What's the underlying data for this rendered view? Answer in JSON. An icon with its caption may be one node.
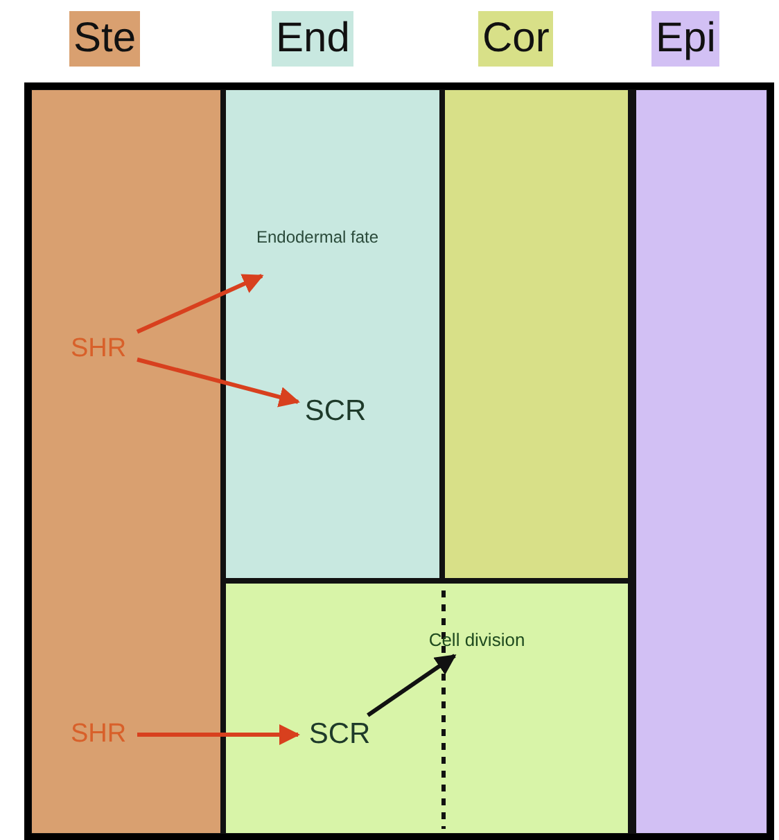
{
  "diagram": {
    "nodes": [
      {
        "text": [],
        "shape": "box"
      },
      {
        "text": [],
        "shape": "box"
      },
      {
        "text": [],
        "shape": "box"
      },
      {
        "text": [],
        "shape": "box"
      },
      {
        "text": [],
        "shape": "box"
      },
      {
        "text": [
          "SHR"
        ],
        "in": 0
      },
      {
        "text": [
          "Endodermal fate"
        ],
        "in": 1
      },
      {
        "text": [
          "SCR"
        ],
        "in": 1
      },
      {
        "text": [
          "SHR"
        ],
        "in": 0
      },
      {
        "text": [
          "SCR"
        ],
        "in": 3
      },
      {
        "text": [
          "Cell division"
        ],
        "in": 3
      }
    ],
    "edges": [
      {
        "from": 5,
        "to": 6,
        "arrow": "to"
      },
      {
        "from": 5,
        "to": 7,
        "arrow": "to"
      },
      {
        "from": 8,
        "to": 9,
        "arrow": "to"
      },
      {
        "from": 9,
        "to": 10,
        "arrow": "to",
        "color": "#111111"
      }
    ],
    "legend": [
      {
        "text": "Ste",
        "color": "#d9a070"
      },
      {
        "text": "End",
        "color": "#c8e8e0"
      },
      {
        "text": "Cor",
        "color": "#d8e088"
      },
      {
        "text": "Epi",
        "color": "#d2c0f4"
      }
    ]
  }
}
